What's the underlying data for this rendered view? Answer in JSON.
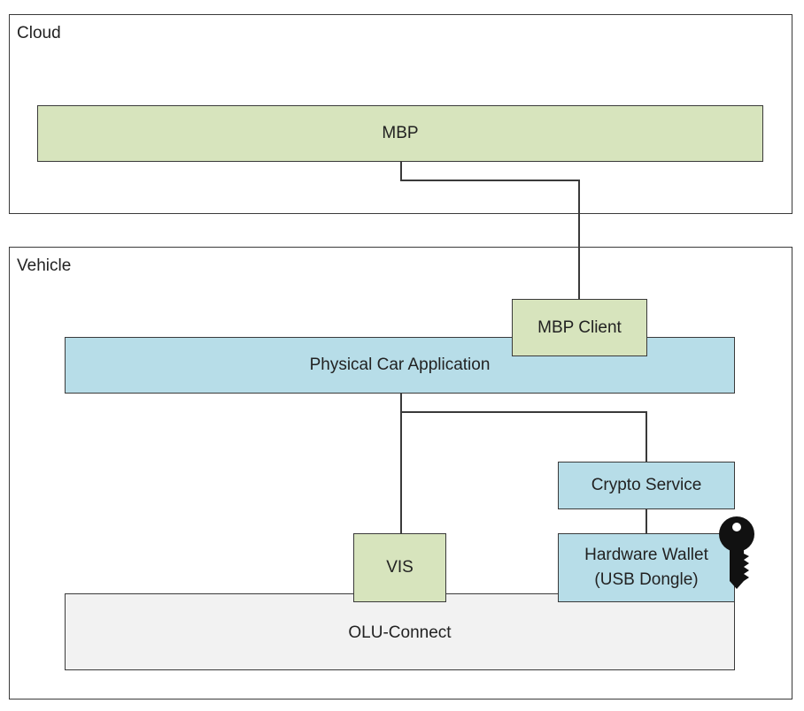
{
  "zones": {
    "cloud": "Cloud",
    "vehicle": "Vehicle"
  },
  "nodes": {
    "mbp": "MBP",
    "mbp_client": "MBP Client",
    "physical_car_app": "Physical Car Application",
    "crypto_service": "Crypto Service",
    "hardware_wallet_line1": "Hardware Wallet",
    "hardware_wallet_line2": "(USB Dongle)",
    "vis": "VIS",
    "olu_connect": "OLU-Connect"
  },
  "colors": {
    "green": "#d7e4bd",
    "blue": "#b7dde8",
    "grey": "#f2f2f2",
    "key": "#111111"
  },
  "icons": [
    "key-icon"
  ]
}
